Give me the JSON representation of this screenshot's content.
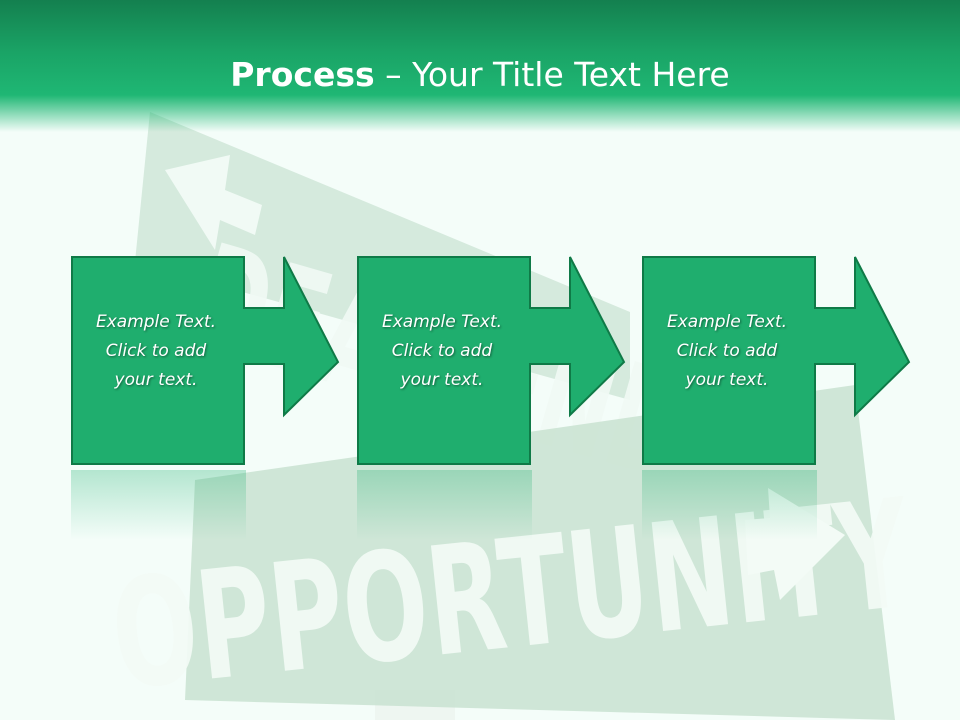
{
  "slide": {
    "title_bold": "Process",
    "title_rest": " – Your Title Text Here",
    "background_sign_words": [
      "DEAD END",
      "OPPORTUNITY"
    ],
    "colors": {
      "accent": "#1fae6e",
      "accent_dark": "#0f7a47",
      "text": "#ffffff"
    }
  },
  "steps": [
    {
      "line1": "Example Text.",
      "line2": "Click  to add",
      "line3": "your text."
    },
    {
      "line1": "Example Text.",
      "line2": "Click  to add",
      "line3": "your text."
    },
    {
      "line1": "Example Text.",
      "line2": "Click  to add",
      "line3": "your text."
    }
  ]
}
